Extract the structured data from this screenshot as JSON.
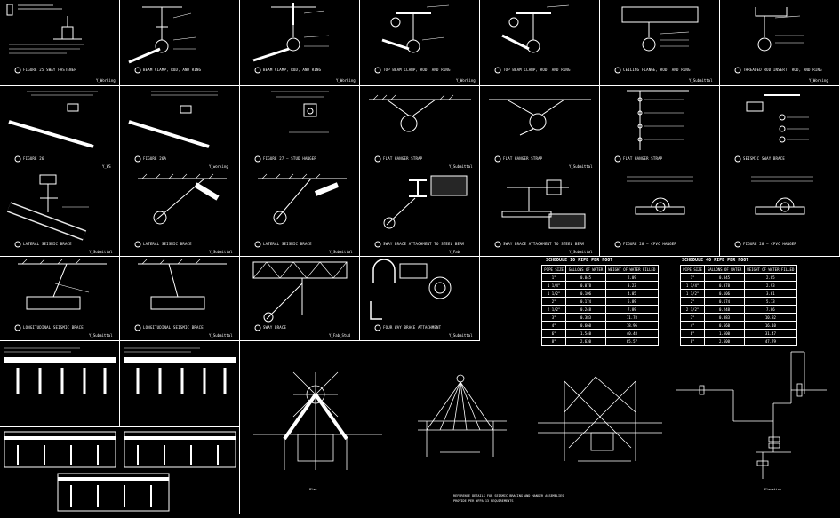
{
  "colors": {
    "background": "#000000",
    "lines": "#ffffff"
  },
  "row1": [
    {
      "caption": "FIGURE 25 SWAY FASTENER",
      "sub": "",
      "sig": "Y_Working"
    },
    {
      "caption": "BEAM CLAMP, ROD, AND RING",
      "sub": "",
      "sig": ""
    },
    {
      "caption": "BEAM CLAMP, ROD, AND RING",
      "sub": "",
      "sig": "Y_Working"
    },
    {
      "caption": "TOP BEAM CLAMP, ROD, AND RING",
      "sub": "",
      "sig": "Y_Working"
    },
    {
      "caption": "TOP BEAM CLAMP, ROD, AND RING",
      "sub": "",
      "sig": ""
    },
    {
      "caption": "CEILING FLANGE, ROD, AND RING",
      "sub": "",
      "sig": "Y_Submittal"
    },
    {
      "caption": "THREADED ROD INSERT, ROD, AND RING",
      "sub": "",
      "sig": "Y_Working"
    }
  ],
  "row2": [
    {
      "caption": "FIGURE 26",
      "sub": "",
      "sig": "Y_WS"
    },
    {
      "caption": "FIGURE 26A",
      "sub": "",
      "sig": "Y_working"
    },
    {
      "caption": "FIGURE 27 — STUD HANGER",
      "sub": "",
      "sig": ""
    },
    {
      "caption": "FLAT HANGER STRAP",
      "sub": "",
      "sig": "Y_Submittal"
    },
    {
      "caption": "FLAT HANGER STRAP",
      "sub": "",
      "sig": "Y_Submittal"
    },
    {
      "caption": "FLAT HANGER STRAP",
      "sub": "",
      "sig": ""
    },
    {
      "caption": "SEISMIC SWAY BRACE",
      "sub": "",
      "sig": ""
    }
  ],
  "row3": [
    {
      "caption": "LATERAL SEISMIC BRACE",
      "sub": "",
      "sig": "Y_Submittal"
    },
    {
      "caption": "LATERAL SEISMIC BRACE",
      "sub": "",
      "sig": "Y_Submittal"
    },
    {
      "caption": "LATERAL SEISMIC BRACE",
      "sub": "",
      "sig": "Y_Submittal"
    },
    {
      "caption": "SWAY BRACE ATTACHMENT TO STEEL BEAM",
      "sub": "",
      "sig": "Y_Fab"
    },
    {
      "caption": "SWAY BRACE ATTACHMENT TO STEEL BEAM",
      "sub": "",
      "sig": "Y_Submittal"
    },
    {
      "caption": "FIGURE 28 — CPVC HANGER",
      "sub": "",
      "sig": ""
    },
    {
      "caption": "FIGURE 28 — CPVC HANGER",
      "sub": "",
      "sig": ""
    }
  ],
  "row4": [
    {
      "caption": "LONGITUDINAL SEISMIC BRACE",
      "sub": "",
      "sig": "Y_Submittal"
    },
    {
      "caption": "LONGITUDINAL SEISMIC BRACE",
      "sub": "",
      "sig": "Y_Submittal"
    },
    {
      "caption": "SWAY BRACE",
      "sub": "",
      "sig": "Y_Fab_Stud"
    },
    {
      "caption": "FOUR WAY BRACE ATTACHMENT",
      "sub": "",
      "sig": "Y_Submittal"
    }
  ],
  "schedule10": {
    "title": "SCHEDULE 10 PIPE PER FOOT",
    "headers": [
      "PIPE SIZE",
      "GALLONS OF WATER",
      "WEIGHT OF WATER FILLED"
    ],
    "rows": [
      [
        "1\"",
        "0.045",
        "2.09"
      ],
      [
        "1 1/4\"",
        "0.078",
        "3.23"
      ],
      [
        "1 1/2\"",
        "0.106",
        "4.05"
      ],
      [
        "2\"",
        "0.174",
        "5.89"
      ],
      [
        "2 1/2\"",
        "0.248",
        "7.89"
      ],
      [
        "3\"",
        "0.383",
        "11.78"
      ],
      [
        "4\"",
        "0.660",
        "18.96"
      ],
      [
        "6\"",
        "1.540",
        "40.48"
      ],
      [
        "8\"",
        "2.630",
        "65.57"
      ]
    ]
  },
  "schedule40": {
    "title": "SCHEDULE 40 PIPE PER FOOT",
    "headers": [
      "PIPE SIZE",
      "GALLONS OF WATER",
      "WEIGHT OF WATER FILLED"
    ],
    "rows": [
      [
        "1\"",
        "0.045",
        "2.05"
      ],
      [
        "1 1/4\"",
        "0.078",
        "2.93"
      ],
      [
        "1 1/2\"",
        "0.106",
        "3.61"
      ],
      [
        "2\"",
        "0.174",
        "5.13"
      ],
      [
        "2 1/2\"",
        "0.248",
        "7.86"
      ],
      [
        "3\"",
        "0.383",
        "10.82"
      ],
      [
        "4\"",
        "0.660",
        "16.10"
      ],
      [
        "6\"",
        "1.500",
        "31.47"
      ],
      [
        "8\"",
        "2.600",
        "47.79"
      ]
    ]
  },
  "bottom": {
    "elevation_label": "Elevation",
    "plan_label": "Plan",
    "note_line1": "REFERENCE DETAILS FOR SEISMIC BRACING AND HANGER ASSEMBLIES",
    "note_line2": "PROVIDE PER NFPA 13 REQUIREMENTS"
  }
}
